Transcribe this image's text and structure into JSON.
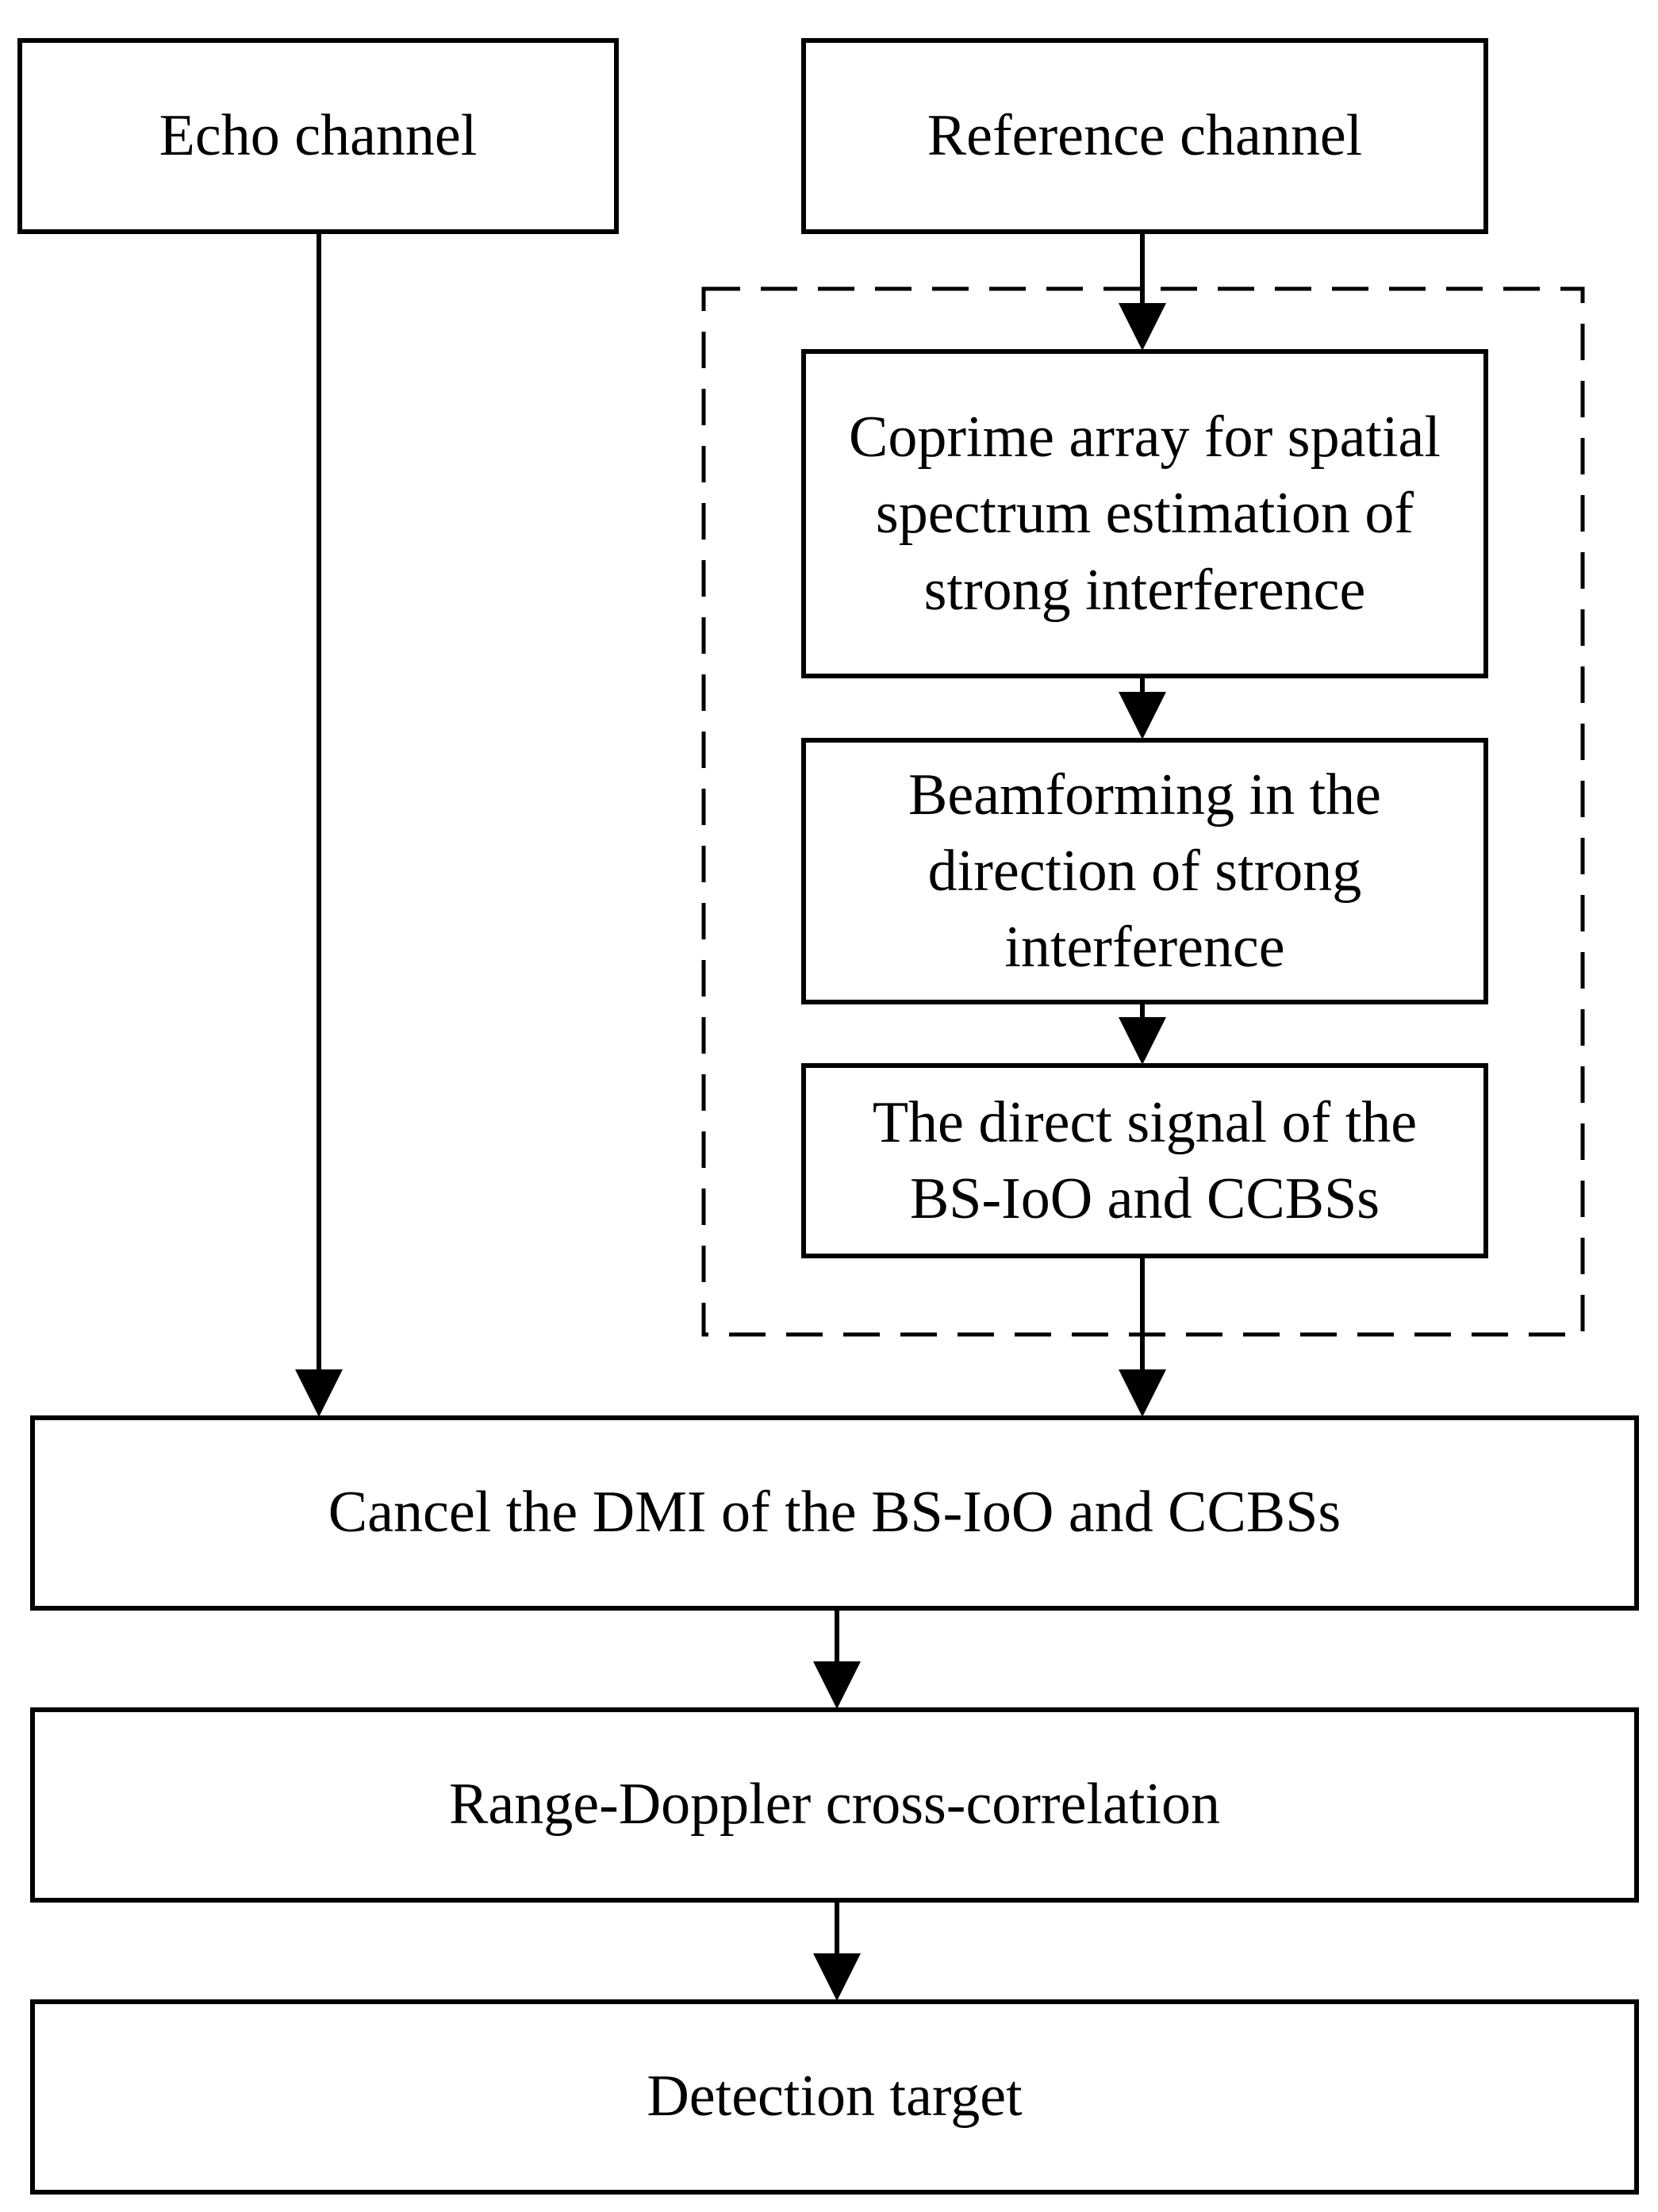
{
  "flowchart": {
    "echo_channel": "Echo channel",
    "reference_channel": "Reference channel",
    "coprime": [
      "Coprime array for spatial",
      "spectrum estimation of",
      "strong interference"
    ],
    "beamforming": [
      "Beamforming in the",
      "direction of strong",
      "interference"
    ],
    "direct_signal": [
      "The direct signal of the",
      "BS-IoO and CCBSs"
    ],
    "cancel_dmi": "Cancel the DMI of the BS-IoO and CCBSs",
    "range_doppler": "Range-Doppler cross-correlation",
    "detection": "Detection target"
  },
  "colors": {
    "stroke": "#000000",
    "background": "#ffffff"
  }
}
